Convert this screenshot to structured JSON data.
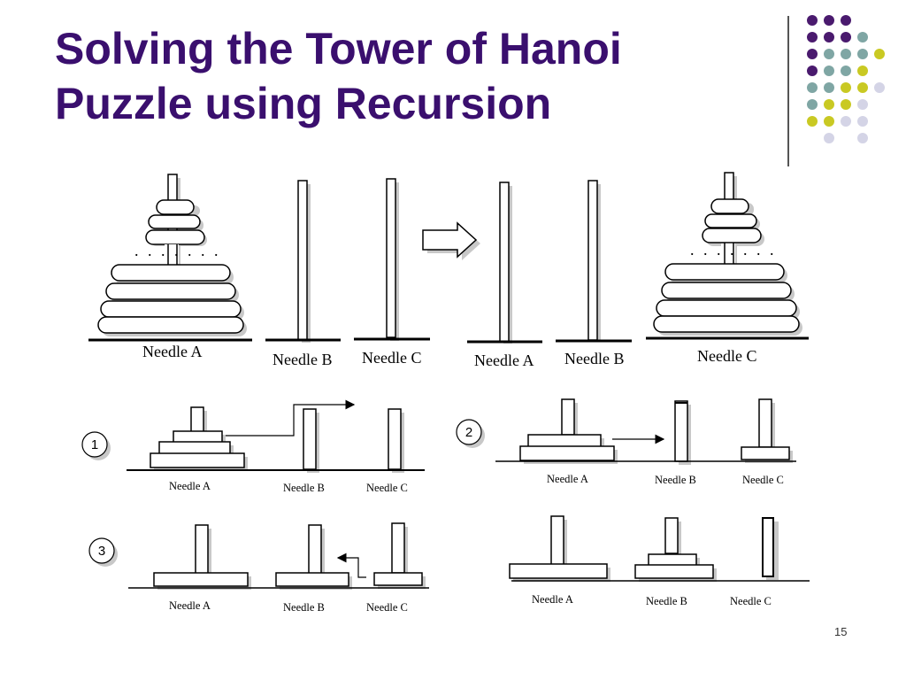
{
  "slide": {
    "title_line1": "Solving the Tower of Hanoi",
    "title_line2": "Puzzle using Recursion",
    "page_number": "15"
  },
  "colors": {
    "title": "#3a0f6e",
    "dot_purple": "#4a1a6e",
    "dot_teal": "#7fa6a4",
    "dot_yellow": "#c9c923",
    "dot_lavender": "#d4d4e6"
  },
  "icons": [
    "right-arrow-icon",
    "step-arrow-icon"
  ],
  "labels": {
    "needle_a": "Needle A",
    "needle_b": "Needle B",
    "needle_c": "Needle C",
    "dots": ". . . . . . ."
  },
  "steps": {
    "one": "1",
    "two": "2",
    "three": "3"
  }
}
